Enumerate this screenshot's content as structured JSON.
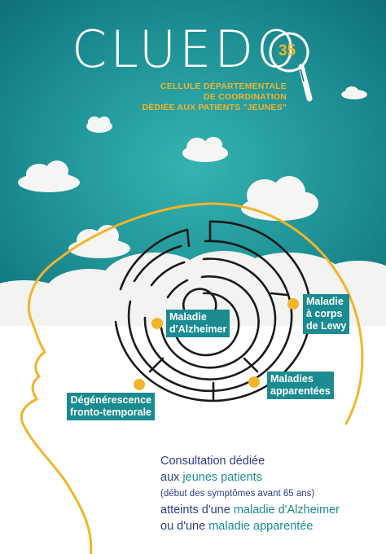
{
  "header": {
    "title": "CLUEDO",
    "edition": "35",
    "subtitle_lines": [
      "CELLULE DÉPARTEMENTALE",
      "DE COORDINATION",
      "DÉDIÉE AUX PATIENTS \"JEUNES\""
    ]
  },
  "maze_labels": {
    "alzheimer": [
      "Maladie",
      "d'Alzheimer"
    ],
    "lewy": [
      "Maladie",
      "à corps",
      "de Lewy"
    ],
    "apparentees": [
      "Maladies",
      "apparentées"
    ],
    "fronto": [
      "Dégénérescence",
      "fronto-temporale"
    ]
  },
  "caption": {
    "line1": "Consultation dédiée",
    "line2_prefix": "aux ",
    "line2_highlight": "jeunes patients",
    "line3": "(début des symptômes avant 65 ans)",
    "line4_prefix": "atteints d'une ",
    "line4_highlight": "maladie d'Alzheimer",
    "line5_prefix": "ou d'une ",
    "line5_highlight": "maladie apparentée"
  },
  "colors": {
    "teal": "#1a8c91",
    "accent_yellow": "#f2b42a",
    "caption_blue": "#2d3e8a"
  },
  "icons": [
    "magnifier-icon",
    "cloud-icon",
    "head-profile-icon",
    "maze-icon"
  ]
}
